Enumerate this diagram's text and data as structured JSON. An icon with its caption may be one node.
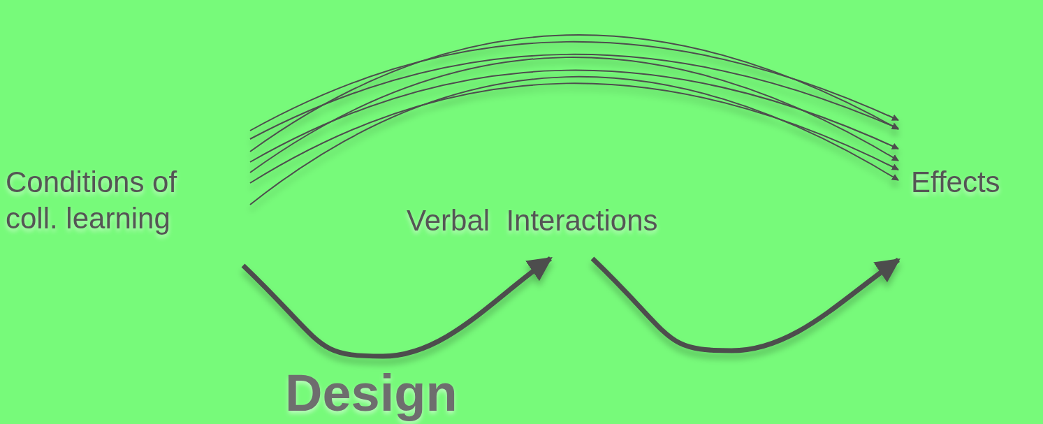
{
  "diagram": {
    "nodes": [
      {
        "text": [
          "Conditions of coll. learning"
        ]
      },
      {
        "text": [
          "Verbal  Interactions"
        ]
      },
      {
        "text": [
          "Effects"
        ]
      }
    ],
    "edges": [
      {
        "from": 0,
        "to": 2,
        "arrow": "to"
      },
      {
        "from": 0,
        "to": 2,
        "arrow": "to"
      },
      {
        "from": 0,
        "to": 2,
        "arrow": "to"
      },
      {
        "from": 0,
        "to": 2,
        "arrow": "to"
      },
      {
        "from": 0,
        "to": 2,
        "arrow": "to"
      },
      {
        "from": 0,
        "to": 2,
        "arrow": "to"
      },
      {
        "from": 0,
        "to": 2,
        "arrow": "to"
      },
      {
        "from": 0,
        "to": 1,
        "arrow": "to",
        "style": "thick"
      },
      {
        "from": 1,
        "to": 2,
        "arrow": "to",
        "style": "thick"
      }
    ],
    "labels": [
      "Design"
    ]
  }
}
